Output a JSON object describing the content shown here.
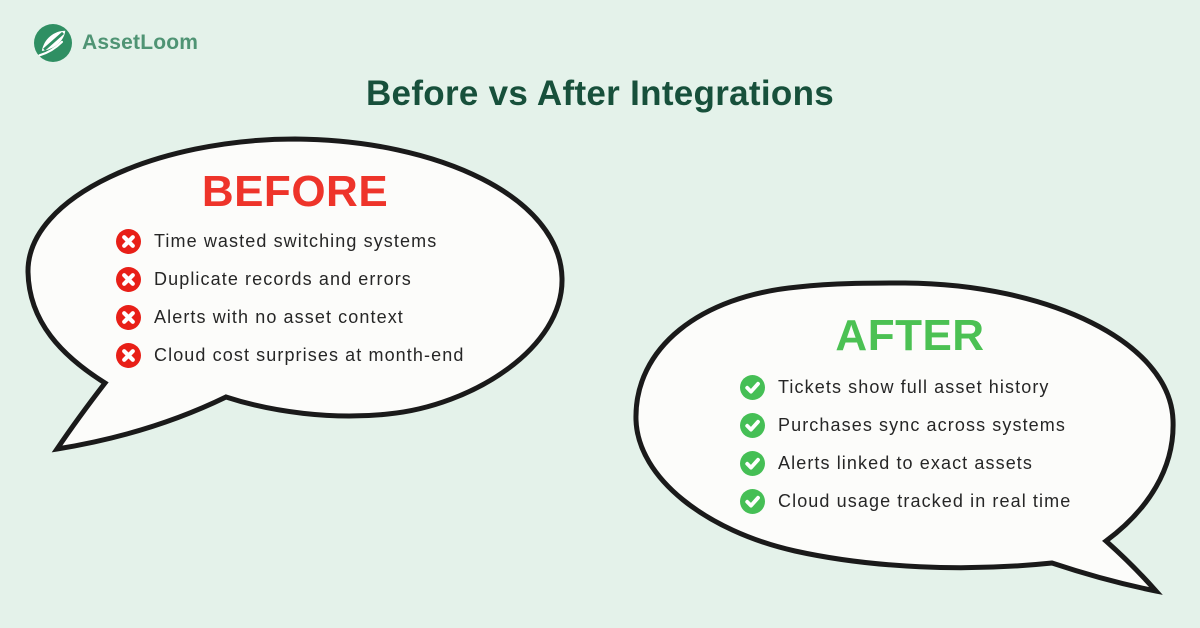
{
  "page": {
    "background_color": "#e4f2ea",
    "bubble_fill_color": "#fcfcfa",
    "bubble_outline_color": "#1a1a1a"
  },
  "logo": {
    "name": "AssetLoom",
    "icon": "leaf-icon",
    "circle_color": "#2f8f63",
    "text_color": "#4f9474"
  },
  "title": {
    "text": "Before vs After Integrations",
    "color": "#17503b"
  },
  "before": {
    "heading": "BEFORE",
    "heading_color": "#ee342a",
    "icon": "x-circle-icon",
    "icon_color": "#e81f17",
    "items": [
      "Time wasted switching systems",
      "Duplicate records and errors",
      "Alerts with no asset context",
      "Cloud cost surprises at month-end"
    ]
  },
  "after": {
    "heading": "AFTER",
    "heading_color": "#4bc153",
    "icon": "check-circle-icon",
    "icon_color": "#45bf55",
    "items": [
      "Tickets show full asset history",
      "Purchases sync across systems",
      "Alerts linked to exact assets",
      "Cloud usage tracked in real time"
    ]
  }
}
